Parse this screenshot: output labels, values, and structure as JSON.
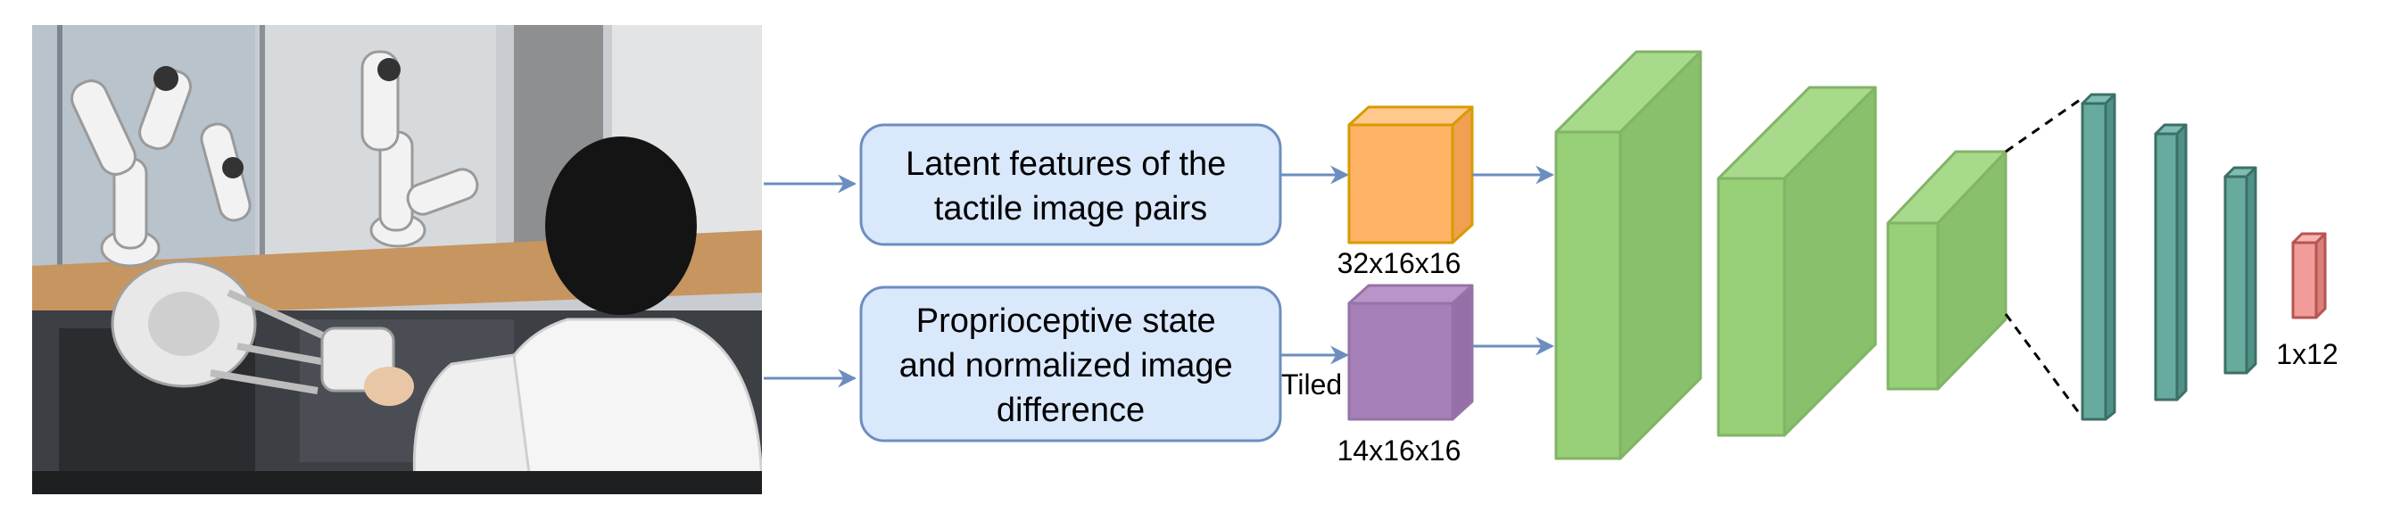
{
  "photo": {
    "subject": "Two white robot arms on a lab bench teleoperated by a person using a haptic device"
  },
  "boxes": {
    "latent": {
      "lines": [
        "Latent features of the",
        "tactile image pairs"
      ]
    },
    "proprio": {
      "lines": [
        "Proprioceptive state",
        "and normalized image",
        "difference"
      ]
    }
  },
  "labels": {
    "tiled": "Tiled",
    "tensor_latent": "32x16x16",
    "tensor_proprio": "14x16x16",
    "output": "1x12"
  },
  "colors": {
    "arrow": "#6c8ebf",
    "box_fill": "#dae8fc",
    "box_stroke": "#6c8ebf",
    "latent_cube": "#ffb366",
    "latent_cube_stroke": "#d79b00",
    "proprio_cube": "#a680b8",
    "proprio_cube_stroke": "#9673a6",
    "conv_block": "#97d077",
    "conv_block_stroke": "#82b366",
    "fc_block": "#67ab9f",
    "fc_block_stroke": "#3d6f66",
    "out_block": "#f19c99",
    "out_block_stroke": "#b85450"
  }
}
